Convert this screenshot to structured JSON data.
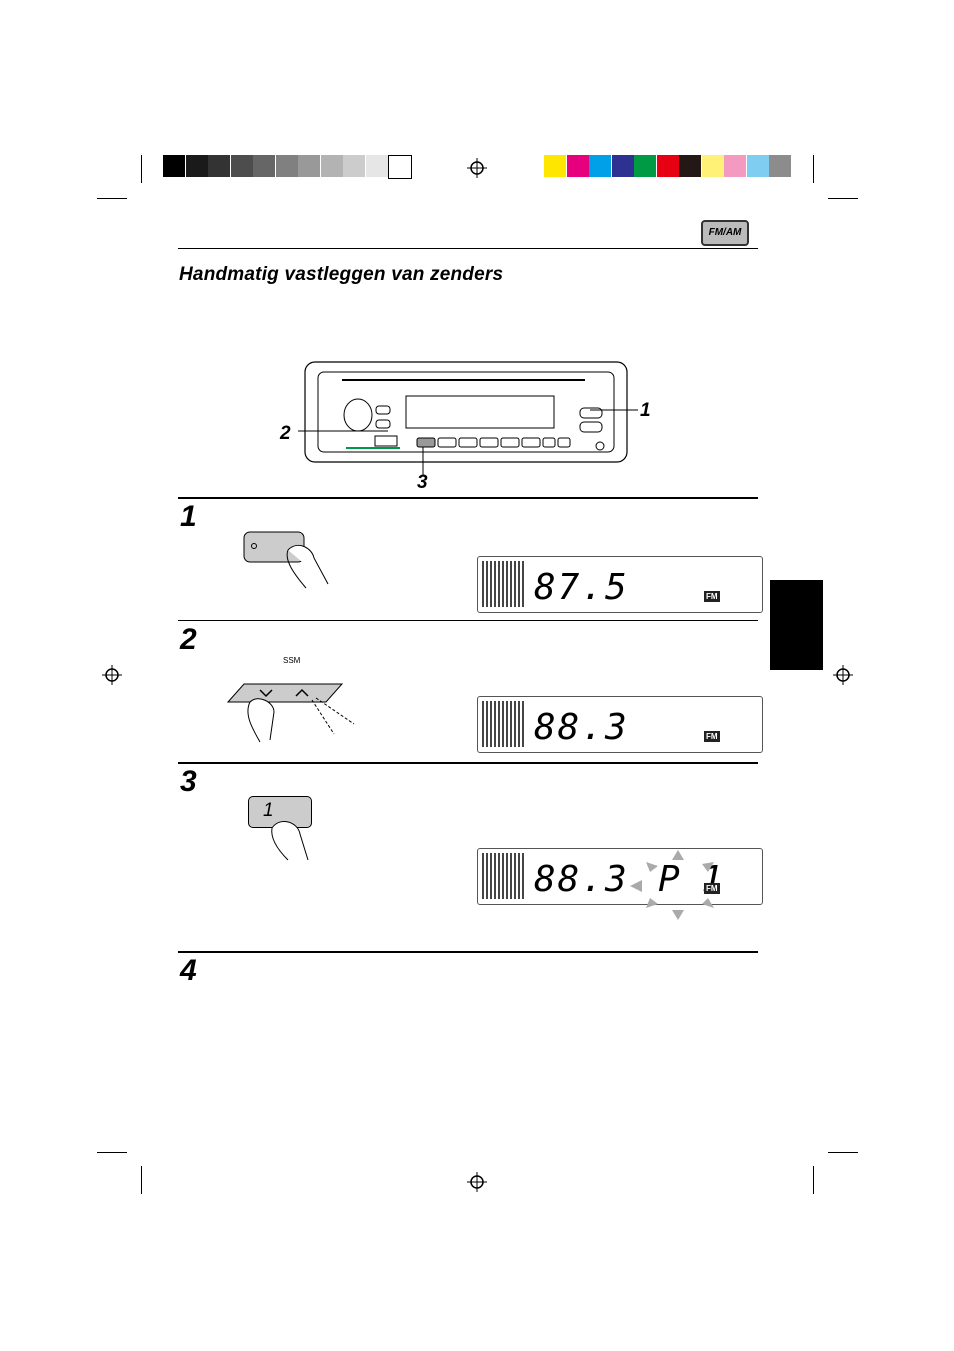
{
  "header": {
    "band_icon_label": "FM/AM"
  },
  "section": {
    "title": "Handmatig vastleggen van zenders"
  },
  "diagram": {
    "callouts": [
      "1",
      "2",
      "3"
    ],
    "ssm_label": "SSM"
  },
  "steps": [
    {
      "number": "1",
      "display": {
        "frequency": "87.5",
        "band": "FM",
        "preset": ""
      }
    },
    {
      "number": "2",
      "display": {
        "frequency": "88.3",
        "band": "FM",
        "preset": ""
      }
    },
    {
      "number": "3",
      "button_label": "1",
      "display": {
        "frequency": "88.3",
        "band": "FM",
        "preset": "P 1"
      }
    },
    {
      "number": "4"
    }
  ],
  "colors": {
    "grayscale_bar": [
      "#000000",
      "#1a1a1a",
      "#333333",
      "#4d4d4d",
      "#666666",
      "#808080",
      "#999999",
      "#b3b3b3",
      "#cccccc",
      "#e6e6e6",
      "#ffffff"
    ],
    "color_bar": [
      "#ffe600",
      "#e6007e",
      "#00a0e9",
      "#2e3192",
      "#009944",
      "#e60012",
      "#231815",
      "#fff176",
      "#f49ac1",
      "#7fcdf0",
      "#8c8c8c"
    ]
  }
}
